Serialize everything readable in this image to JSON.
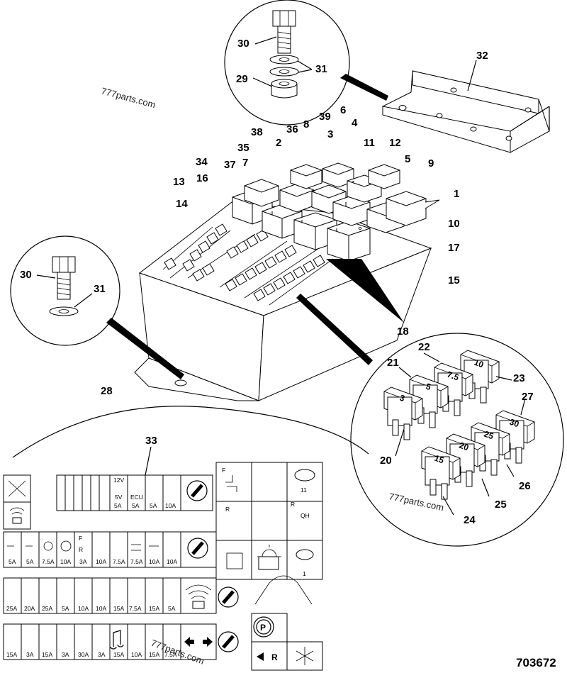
{
  "drawing_number": "703672",
  "watermarks": [
    "777parts.com",
    "777parts.com",
    "777parts.com"
  ],
  "callouts": [
    {
      "id": "c1",
      "label": "30"
    },
    {
      "id": "c2",
      "label": "31"
    },
    {
      "id": "c3",
      "label": "29"
    },
    {
      "id": "c4",
      "label": "32"
    },
    {
      "id": "c5",
      "label": "38"
    },
    {
      "id": "c6",
      "label": "36"
    },
    {
      "id": "c7",
      "label": "8"
    },
    {
      "id": "c8",
      "label": "39"
    },
    {
      "id": "c9",
      "label": "6"
    },
    {
      "id": "c10",
      "label": "3"
    },
    {
      "id": "c11",
      "label": "4"
    },
    {
      "id": "c12",
      "label": "2"
    },
    {
      "id": "c13",
      "label": "35"
    },
    {
      "id": "c14",
      "label": "11"
    },
    {
      "id": "c15",
      "label": "12"
    },
    {
      "id": "c16",
      "label": "34"
    },
    {
      "id": "c17",
      "label": "37"
    },
    {
      "id": "c18",
      "label": "7"
    },
    {
      "id": "c19",
      "label": "5"
    },
    {
      "id": "c20",
      "label": "9"
    },
    {
      "id": "c21",
      "label": "13"
    },
    {
      "id": "c22",
      "label": "16"
    },
    {
      "id": "c23",
      "label": "1"
    },
    {
      "id": "c24",
      "label": "14"
    },
    {
      "id": "c25",
      "label": "10"
    },
    {
      "id": "c26",
      "label": "17"
    },
    {
      "id": "c27",
      "label": "15"
    },
    {
      "id": "c28",
      "label": "30"
    },
    {
      "id": "c29",
      "label": "31"
    },
    {
      "id": "c30",
      "label": "18"
    },
    {
      "id": "c31",
      "label": "22"
    },
    {
      "id": "c32",
      "label": "21"
    },
    {
      "id": "c33",
      "label": "23"
    },
    {
      "id": "c34",
      "label": "27"
    },
    {
      "id": "c35",
      "label": "28"
    },
    {
      "id": "c36",
      "label": "33"
    },
    {
      "id": "c37",
      "label": "20"
    },
    {
      "id": "c38",
      "label": "26"
    },
    {
      "id": "c39",
      "label": "25"
    },
    {
      "id": "c40",
      "label": "24"
    }
  ],
  "fuses": [
    {
      "id": "f10",
      "value": "10"
    },
    {
      "id": "f75",
      "value": "7.5"
    },
    {
      "id": "f5",
      "value": "5"
    },
    {
      "id": "f3",
      "value": "3"
    },
    {
      "id": "f30",
      "value": "30"
    },
    {
      "id": "f25",
      "value": "25"
    },
    {
      "id": "f20",
      "value": "20"
    },
    {
      "id": "f15",
      "value": "15"
    }
  ],
  "fuse_panel": {
    "top_row": {
      "pictogram_labels": [
        "12V",
        "5V",
        "ECU"
      ],
      "ratings": [
        "5A",
        "5A",
        "5A",
        "10A"
      ]
    },
    "row2_ratings": [
      "5A",
      "5A",
      "7.5A",
      "10A",
      "3A",
      "10A",
      "7.5A",
      "7.5A",
      "10A",
      "10A"
    ],
    "row2_letters": [
      "F",
      "R"
    ],
    "row3_ratings": [
      "25A",
      "20A",
      "25A",
      "5A",
      "10A",
      "10A",
      "15A",
      "7.5A",
      "15A",
      "5A"
    ],
    "row4_ratings": [
      "15A",
      "3A",
      "15A",
      "3A",
      "30A",
      "3A",
      "15A",
      "10A",
      "15A",
      "7.5A"
    ],
    "right_grid_labels": [
      "F",
      "R",
      "11",
      "R",
      "QH",
      "1",
      "R"
    ]
  }
}
